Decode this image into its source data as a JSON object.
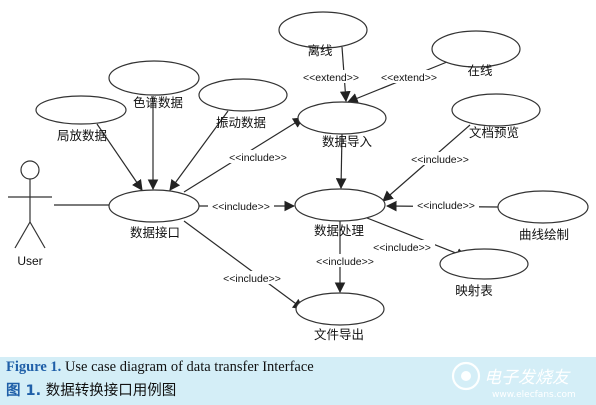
{
  "diagram": {
    "actor": "User",
    "use_cases": [
      {
        "id": "offline",
        "label": "离线"
      },
      {
        "id": "online",
        "label": "在线"
      },
      {
        "id": "spectrum",
        "label": "色谱数据"
      },
      {
        "id": "partial",
        "label": "局放数据"
      },
      {
        "id": "vibration",
        "label": "振动数据"
      },
      {
        "id": "import",
        "label": "数据导入"
      },
      {
        "id": "preview",
        "label": "文档预览"
      },
      {
        "id": "interface",
        "label": "数据接口"
      },
      {
        "id": "process",
        "label": "数据处理"
      },
      {
        "id": "curve",
        "label": "曲线绘制"
      },
      {
        "id": "mapping",
        "label": "映射表"
      },
      {
        "id": "export",
        "label": "文件导出"
      }
    ],
    "relations": [
      {
        "from": "offline",
        "to": "import",
        "label": "<<extend>>"
      },
      {
        "from": "online",
        "to": "import",
        "label": "<<extend>>"
      },
      {
        "from": "partial",
        "to": "interface",
        "label": ""
      },
      {
        "from": "spectrum",
        "to": "interface",
        "label": ""
      },
      {
        "from": "vibration",
        "to": "interface",
        "label": ""
      },
      {
        "from": "User",
        "to": "interface",
        "label": ""
      },
      {
        "from": "interface",
        "to": "import",
        "label": "<<include>>"
      },
      {
        "from": "interface",
        "to": "process",
        "label": "<<include>>"
      },
      {
        "from": "interface",
        "to": "export",
        "label": "<<include>>"
      },
      {
        "from": "import",
        "to": "process",
        "label": ""
      },
      {
        "from": "preview",
        "to": "process",
        "label": "<<include>>"
      },
      {
        "from": "curve",
        "to": "process",
        "label": "<<include>>"
      },
      {
        "from": "process",
        "to": "mapping",
        "label": "<<include>>"
      },
      {
        "from": "process",
        "to": "export",
        "label": "<<include>>"
      }
    ]
  },
  "caption": {
    "en_key": "Figure 1.",
    "en_text": " Use case diagram of data transfer Interface",
    "zh_key": "图 1.",
    "zh_text": "  数据转换接口用例图"
  },
  "watermark": {
    "text": "电子发烧友",
    "sub": "www.elecfans.com"
  }
}
